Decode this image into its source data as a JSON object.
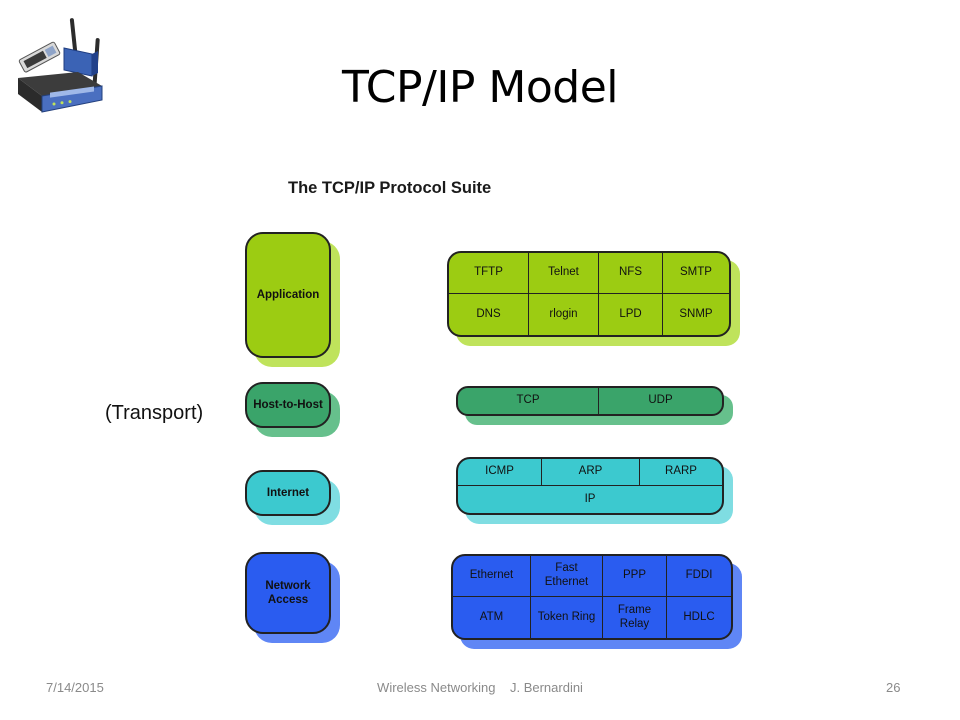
{
  "slide": {
    "title": "TCP/IP Model",
    "note": "(Transport)"
  },
  "figure": {
    "title": "The TCP/IP Protocol Suite",
    "layers": [
      {
        "label": "Application"
      },
      {
        "label": "Host-to-Host"
      },
      {
        "label": "Internet"
      },
      {
        "label": "Network\nAccess"
      }
    ],
    "application_protocols": [
      "TFTP",
      "Telnet",
      "NFS",
      "SMTP",
      "DNS",
      "rlogin",
      "LPD",
      "SNMP"
    ],
    "host_protocols": [
      "TCP",
      "UDP"
    ],
    "internet_protocols": [
      "ICMP",
      "ARP",
      "RARP",
      "IP"
    ],
    "network_protocols": [
      "Ethernet",
      "Fast\nEthernet",
      "PPP",
      "FDDI",
      "ATM",
      "Token Ring",
      "Frame\nRelay",
      "HDLC"
    ]
  },
  "footer": {
    "date": "7/14/2015",
    "center": "Wireless Networking    J. Bernardini",
    "page": "26"
  },
  "colors": {
    "application": "#9ccc12",
    "host_to_host": "#3aa46a",
    "internet": "#3cc9cf",
    "network_access": "#2a5cf0"
  }
}
